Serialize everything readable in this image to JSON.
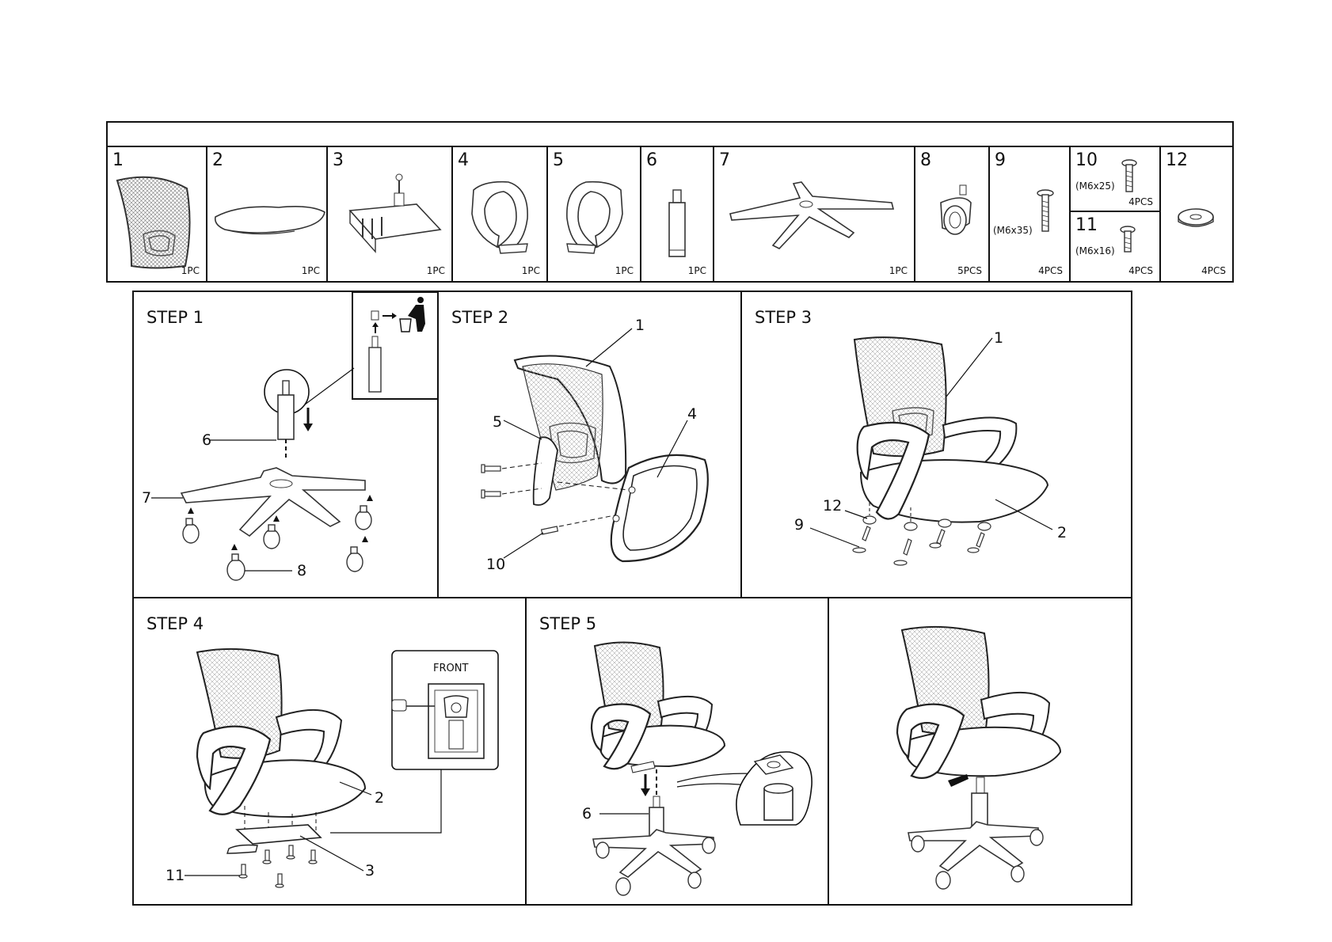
{
  "parts": [
    {
      "num": "1",
      "qty": "1PC",
      "icon": "mesh-backrest-icon"
    },
    {
      "num": "2",
      "qty": "1PC",
      "icon": "seat-cushion-icon"
    },
    {
      "num": "3",
      "qty": "1PC",
      "icon": "seat-mechanism-icon"
    },
    {
      "num": "4",
      "qty": "1PC",
      "icon": "armrest-left-icon"
    },
    {
      "num": "5",
      "qty": "1PC",
      "icon": "armrest-right-icon"
    },
    {
      "num": "6",
      "qty": "1PC",
      "icon": "gas-lift-icon"
    },
    {
      "num": "7",
      "qty": "1PC",
      "icon": "star-base-icon"
    },
    {
      "num": "8",
      "qty": "5PCS",
      "icon": "caster-icon"
    },
    {
      "num": "9",
      "spec": "(M6x35)",
      "qty": "4PCS",
      "icon": "bolt-icon"
    },
    {
      "num": "10",
      "spec": "(M6x25)",
      "qty": "4PCS",
      "icon": "bolt-icon"
    },
    {
      "num": "11",
      "spec": "(M6x16)",
      "qty": "4PCS",
      "icon": "bolt-icon"
    },
    {
      "num": "12",
      "qty": "4PCS",
      "icon": "washer-icon"
    }
  ],
  "steps": [
    {
      "title": "STEP 1",
      "labels": [
        "6",
        "7",
        "8"
      ]
    },
    {
      "title": "STEP 2",
      "labels": [
        "1",
        "5",
        "4",
        "10"
      ]
    },
    {
      "title": "STEP 3",
      "labels": [
        "1",
        "12",
        "9",
        "2"
      ]
    },
    {
      "title": "STEP 4",
      "labels": [
        "2",
        "11",
        "3"
      ],
      "inset_label": "FRONT"
    },
    {
      "title": "STEP 5",
      "labels": [
        "6"
      ]
    },
    {
      "title": ""
    }
  ]
}
